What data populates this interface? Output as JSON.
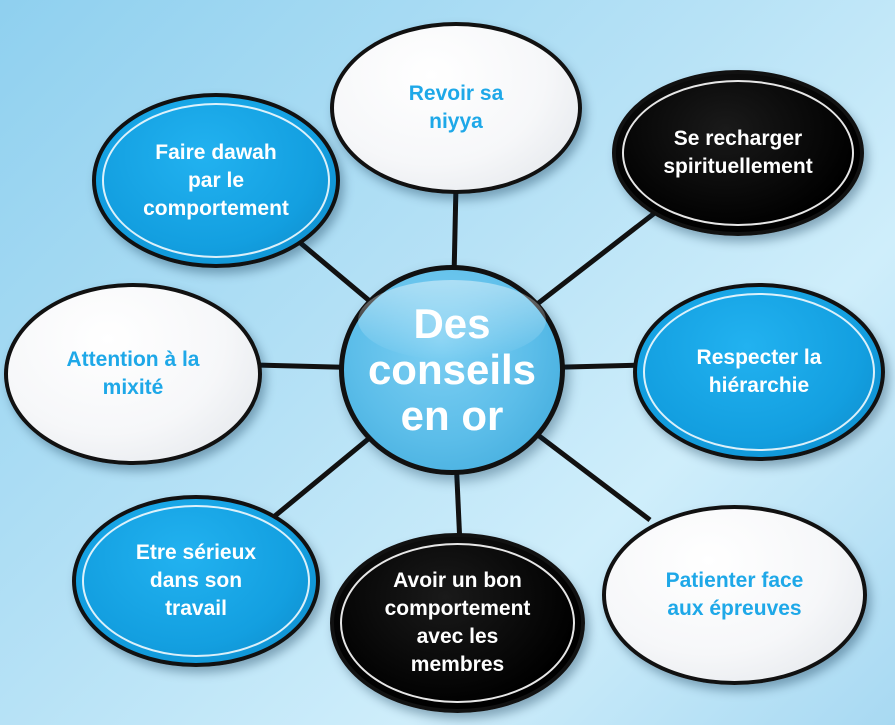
{
  "diagram": {
    "center": {
      "lines": [
        "Des",
        "conseils",
        "en or"
      ]
    },
    "nodes": [
      {
        "id": "niyya",
        "style": "white",
        "lines": [
          "Revoir sa",
          "niyya"
        ]
      },
      {
        "id": "recharger",
        "style": "black",
        "lines": [
          "Se recharger",
          "spirituellement"
        ]
      },
      {
        "id": "hierarchie",
        "style": "blue",
        "lines": [
          "Respecter la",
          "hiérarchie"
        ]
      },
      {
        "id": "patienter",
        "style": "white",
        "lines": [
          "Patienter face",
          "aux épreuves"
        ]
      },
      {
        "id": "comportement",
        "style": "black",
        "lines": [
          "Avoir un bon",
          "comportement",
          "avec les",
          "membres"
        ]
      },
      {
        "id": "serieux",
        "style": "blue",
        "lines": [
          "Etre sérieux",
          "dans son",
          "travail"
        ]
      },
      {
        "id": "mixite",
        "style": "white",
        "lines": [
          "Attention à la",
          "mixité"
        ]
      },
      {
        "id": "dawah",
        "style": "blue",
        "lines": [
          "Faire dawah",
          "par le",
          "comportement"
        ]
      }
    ],
    "colors": {
      "blue": "#139fe0",
      "black": "#000000",
      "white": "#ffffff",
      "text_blue": "#1ea8e8",
      "center": "#5bbde9",
      "connector": "#111111"
    }
  }
}
